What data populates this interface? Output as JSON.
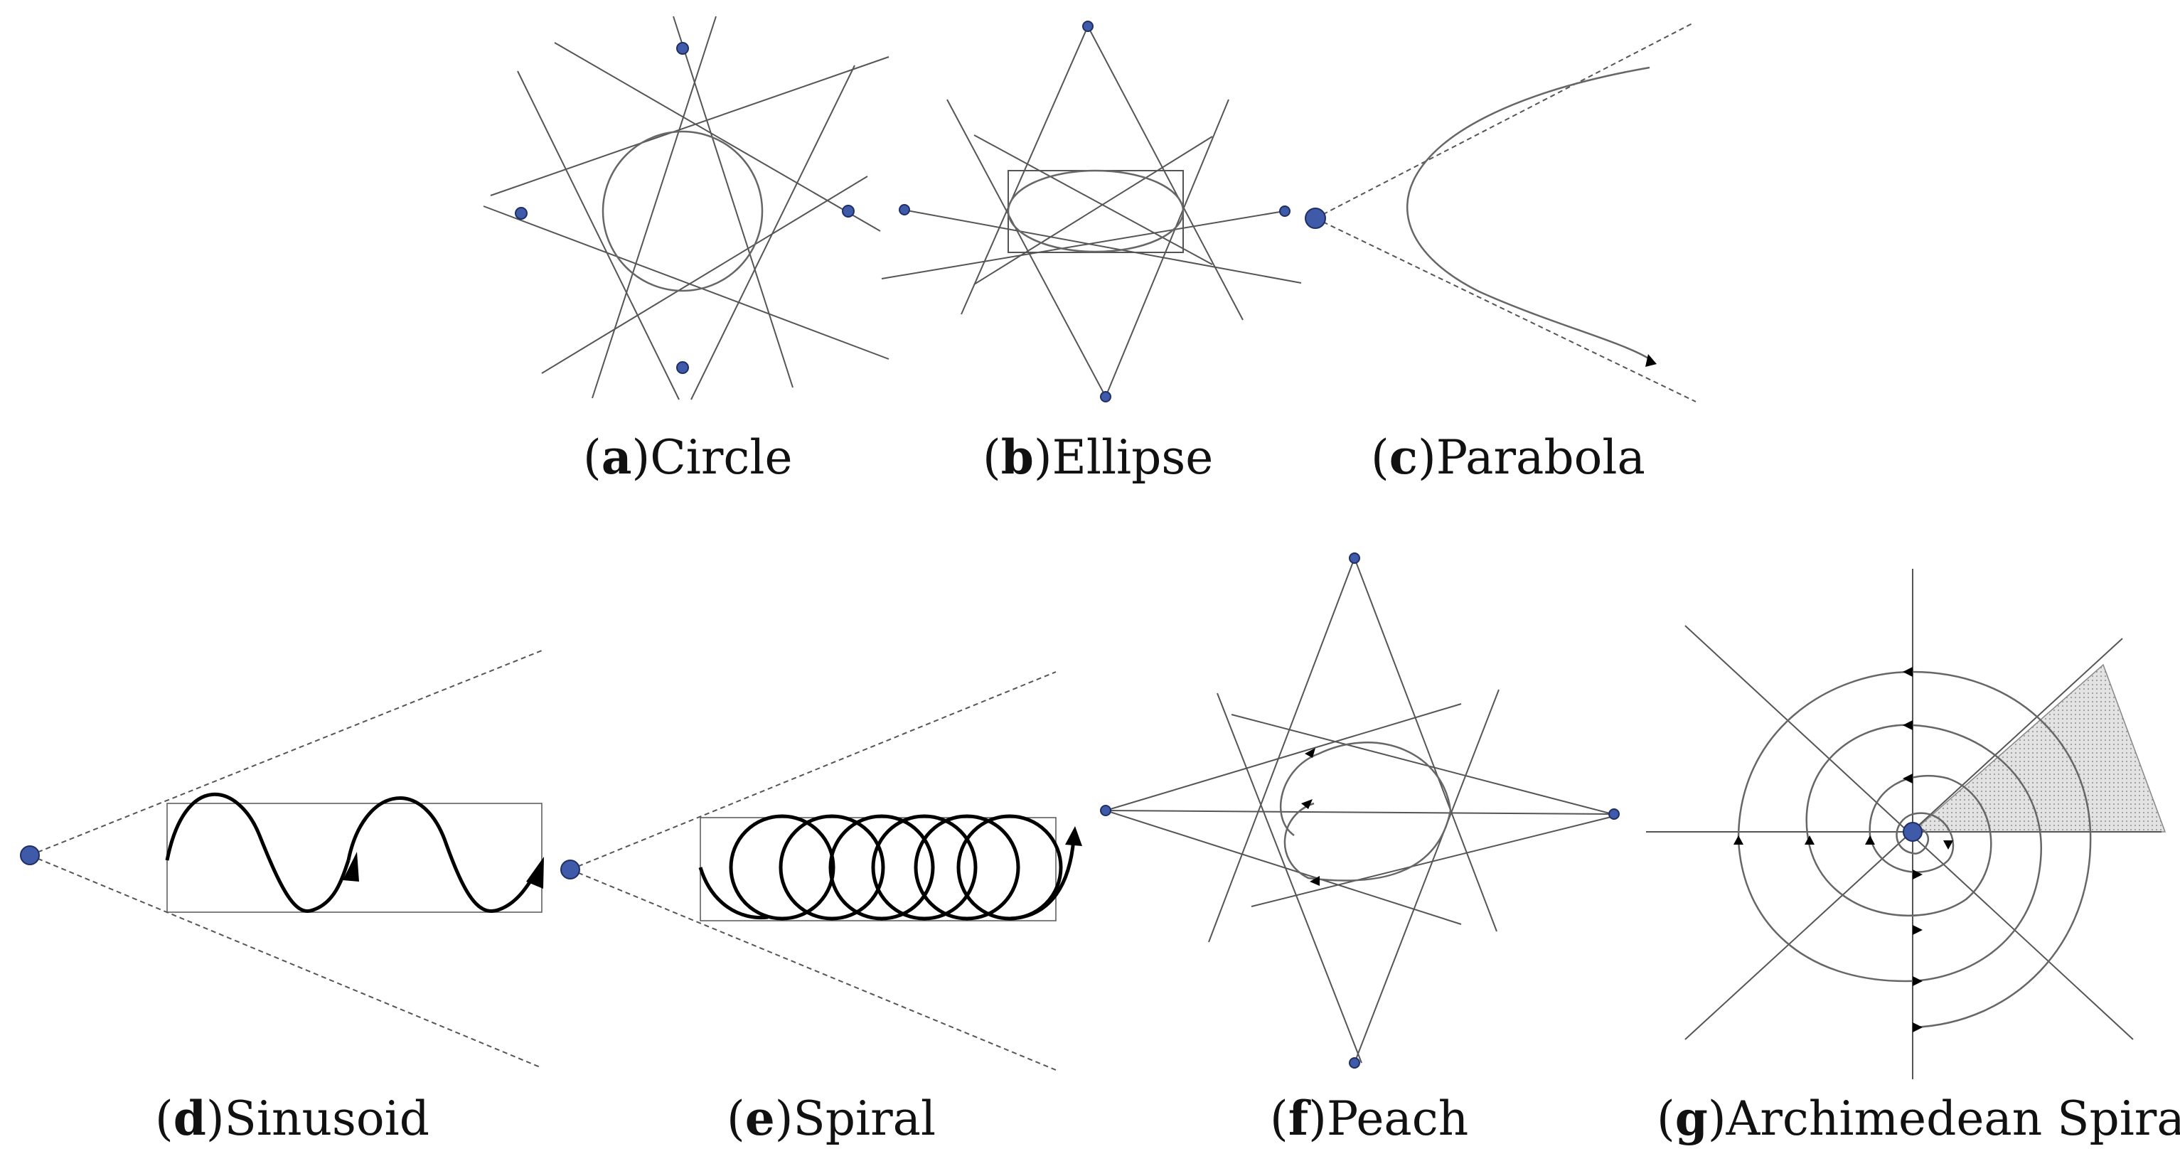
{
  "panels": [
    {
      "label": "a",
      "name": "Circle"
    },
    {
      "label": "b",
      "name": "Ellipse"
    },
    {
      "label": "c",
      "name": "Parabola"
    },
    {
      "label": "d",
      "name": "Sinusoid"
    },
    {
      "label": "e",
      "name": "Spiral"
    },
    {
      "label": "f",
      "name": "Peach"
    },
    {
      "label": "g",
      "name": "Archimedean Spiral"
    }
  ],
  "colors": {
    "node": "#3f5aa8",
    "line": "#555555",
    "shade": "#cccccc"
  }
}
